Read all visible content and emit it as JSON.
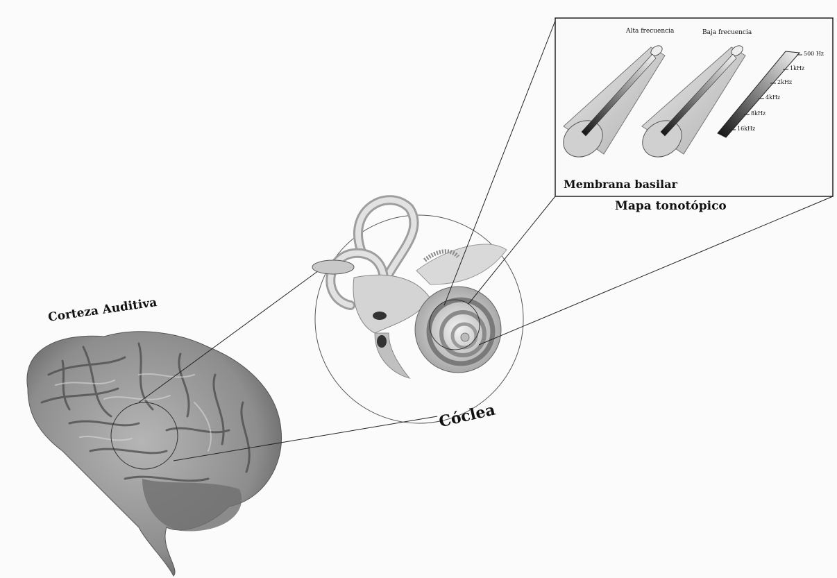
{
  "labels": {
    "cortex": "Corteza Auditiva",
    "cochlea": "Cóclea",
    "membrane": "Membrana basilar",
    "tonotopic": "Mapa tonotópico",
    "high_freq": "Alta frecuencia",
    "low_freq": "Baja frecuencia"
  },
  "frequency_scale": [
    "500 Hz",
    "1kHz",
    "2kHz",
    "4kHz",
    "8kHz",
    "16kHz"
  ],
  "colors": {
    "line": "#222222",
    "brain_fill": "#9a9a9a",
    "ear_fill": "#cfcfcf"
  }
}
